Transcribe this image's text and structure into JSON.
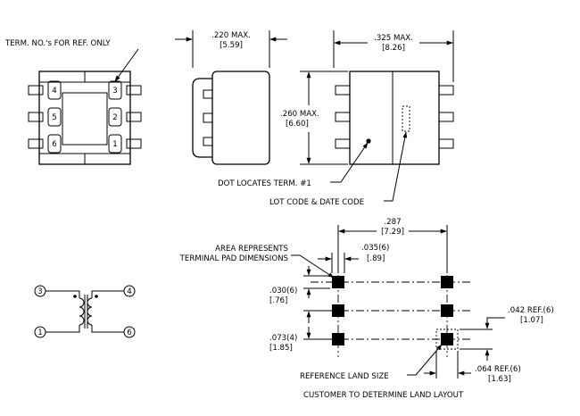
{
  "notes": {
    "term_ref": "TERM. NO.'s FOR REF. ONLY",
    "dot_locates": "DOT LOCATES TERM. #1",
    "lot_code": "LOT CODE & DATE CODE",
    "area_line1": "AREA REPRESENTS",
    "area_line2": "TERMINAL PAD DIMENSIONS",
    "ref_land": "REFERENCE LAND SIZE",
    "customer": "CUSTOMER TO DETERMINE LAND LAYOUT"
  },
  "terminals": {
    "t1": "1",
    "t2": "2",
    "t3": "3",
    "t4": "4",
    "t5": "5",
    "t6": "6"
  },
  "schematic": {
    "p1": "1",
    "p3": "3",
    "p4": "4",
    "p6": "6"
  },
  "dims": {
    "width_in": ".220 MAX.",
    "width_mm": "[5.59]",
    "length_in": ".325 MAX.",
    "length_mm": "[8.26]",
    "height_in": ".260 MAX.",
    "height_mm": "[6.60]",
    "span_in": ".287",
    "span_mm": "[7.29]",
    "padw_in": ".035(6)",
    "padw_mm": "[.89]",
    "padh_in": ".030(6)",
    "padh_mm": "[.76]",
    "pitch_in": ".073(4)",
    "pitch_mm": "[1.85]",
    "landh_in": ".042 REF.(6)",
    "landh_mm": "[1.07]",
    "landw_in": ".064 REF.(6)",
    "landw_mm": "[1.63]"
  }
}
